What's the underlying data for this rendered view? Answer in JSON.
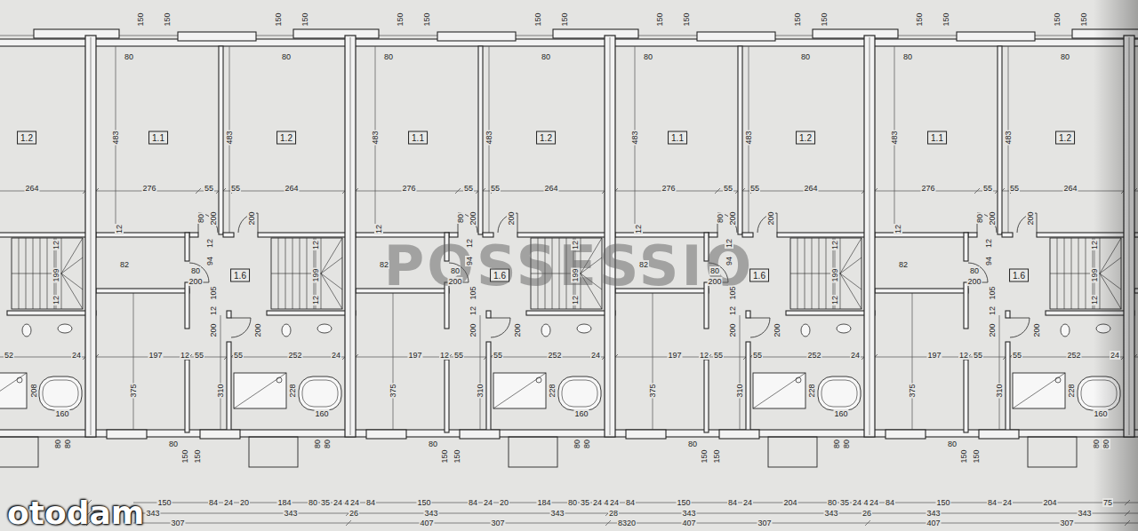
{
  "diagram": {
    "nodes": [
      {
        "text": [
          "1.2"
        ]
      },
      {
        "text": [
          "1.1"
        ]
      },
      {
        "text": [
          "1.2"
        ]
      },
      {
        "text": [
          "1.1"
        ]
      },
      {
        "text": [
          "1.2"
        ]
      },
      {
        "text": [
          "1.1"
        ]
      },
      {
        "text": [
          "1.2"
        ]
      },
      {
        "text": [
          "1.1"
        ]
      },
      {
        "text": [
          "1.2"
        ]
      },
      {
        "text": [
          "1.6"
        ]
      },
      {
        "text": [
          "1.6"
        ]
      },
      {
        "text": [
          "1.6"
        ]
      },
      {
        "text": [
          "1.6"
        ]
      }
    ],
    "labels": [
      "264",
      "12",
      "199",
      "12",
      "52",
      "24",
      "208",
      "160",
      "80",
      "80",
      "150",
      "150",
      "80",
      "150",
      "150",
      "80",
      "483",
      "483",
      "276",
      "55",
      "55",
      "264",
      "12",
      "80",
      "200",
      "200",
      "82",
      "12",
      "94",
      "80",
      "200",
      "105",
      "12",
      "12",
      "199",
      "12",
      "200",
      "200",
      "375",
      "197",
      "12",
      "55",
      "55",
      "252",
      "24",
      "310",
      "228",
      "160",
      "80",
      "150",
      "150",
      "80",
      "80",
      "150",
      "150",
      "80",
      "150",
      "150",
      "80",
      "483",
      "483",
      "276",
      "55",
      "55",
      "264",
      "12",
      "80",
      "200",
      "200",
      "82",
      "12",
      "94",
      "80",
      "200",
      "105",
      "12",
      "12",
      "199",
      "12",
      "200",
      "200",
      "375",
      "197",
      "12",
      "55",
      "55",
      "252",
      "24",
      "310",
      "228",
      "160",
      "80",
      "150",
      "150",
      "80",
      "80",
      "150",
      "150",
      "80",
      "150",
      "150",
      "80",
      "483",
      "483",
      "276",
      "55",
      "55",
      "264",
      "12",
      "80",
      "200",
      "200",
      "82",
      "12",
      "94",
      "80",
      "200",
      "105",
      "12",
      "12",
      "199",
      "12",
      "200",
      "200",
      "375",
      "197",
      "12",
      "55",
      "55",
      "252",
      "24",
      "310",
      "228",
      "160",
      "80",
      "150",
      "150",
      "80",
      "80",
      "150",
      "150",
      "80",
      "150",
      "150",
      "80",
      "483",
      "483",
      "276",
      "55",
      "55",
      "264",
      "12",
      "80",
      "200",
      "200",
      "82",
      "12",
      "94",
      "80",
      "200",
      "105",
      "12",
      "12",
      "199",
      "12",
      "200",
      "200",
      "375",
      "197",
      "12",
      "55",
      "55",
      "252",
      "24",
      "310",
      "228",
      "160",
      "80",
      "150",
      "150",
      "80",
      "80",
      "150",
      "84",
      "24",
      "20",
      "184",
      "80",
      "35",
      "24",
      "4",
      "24",
      "84",
      "150",
      "84",
      "24",
      "20",
      "184",
      "80",
      "35",
      "24",
      "4",
      "24",
      "84",
      "150",
      "84",
      "24",
      "204",
      "80",
      "35",
      "24",
      "4",
      "24",
      "84",
      "150",
      "84",
      "24",
      "204",
      "75",
      "343",
      "343",
      "26",
      "343",
      "343",
      "28",
      "343",
      "343",
      "26",
      "343",
      "343",
      "307",
      "407",
      "307",
      "8320",
      "407",
      "307",
      "407",
      "307",
      "POSSESSIO",
      "otodam"
    ]
  }
}
